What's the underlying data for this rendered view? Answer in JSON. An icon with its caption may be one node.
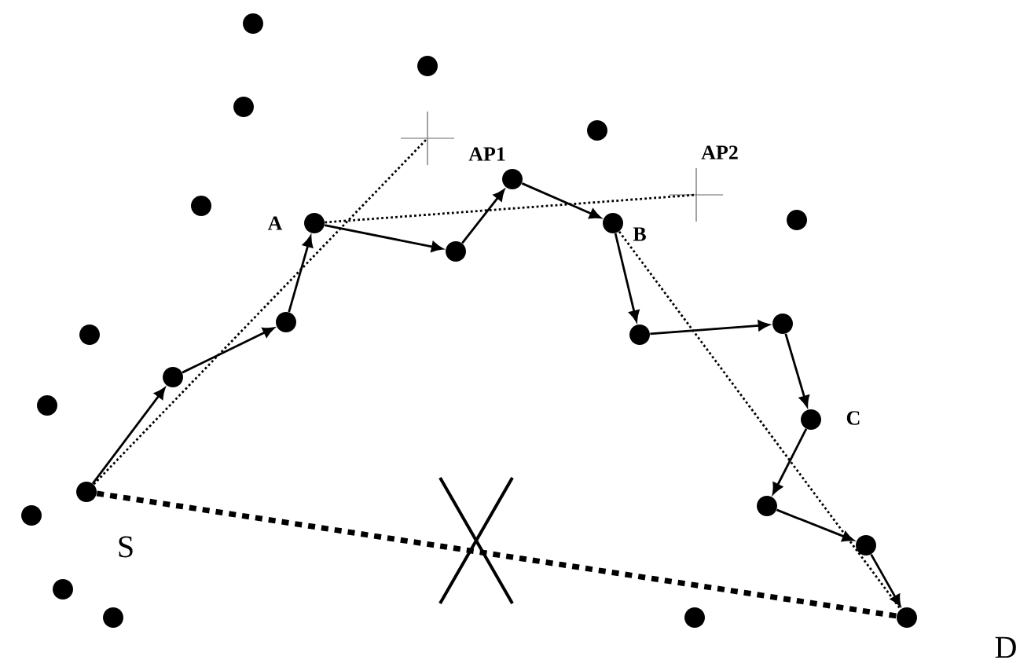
{
  "diagram": {
    "nodes": [
      {
        "text": [],
        "shape": "circle"
      },
      {
        "text": [],
        "shape": "circle"
      },
      {
        "text": [],
        "shape": "circle"
      },
      {
        "text": [],
        "shape": "cross",
        "beside": [
          "AP1"
        ]
      },
      {
        "text": [],
        "shape": "circle"
      },
      {
        "text": [],
        "shape": "cross",
        "beside": [
          "AP2"
        ]
      },
      {
        "text": [],
        "shape": "circle"
      },
      {
        "text": [],
        "shape": "circle"
      },
      {
        "text": [],
        "shape": "circle",
        "beside": [
          "A"
        ]
      },
      {
        "text": [],
        "shape": "circle",
        "beside": [
          "B"
        ]
      },
      {
        "text": [],
        "shape": "circle"
      },
      {
        "text": [],
        "shape": "circle"
      },
      {
        "text": [],
        "shape": "circle"
      },
      {
        "text": [],
        "shape": "circle"
      },
      {
        "text": [],
        "shape": "circle"
      },
      {
        "text": [],
        "shape": "circle"
      },
      {
        "text": [],
        "shape": "circle"
      },
      {
        "text": [],
        "shape": "circle"
      },
      {
        "text": [],
        "shape": "circle",
        "beside": [
          "C"
        ]
      },
      {
        "text": [],
        "shape": "circle",
        "beside": [
          "S"
        ]
      },
      {
        "text": [],
        "shape": "circle"
      },
      {
        "text": [],
        "shape": "circle"
      },
      {
        "text": [],
        "shape": "circle"
      },
      {
        "text": [],
        "shape": "circle"
      },
      {
        "text": [],
        "shape": "circle"
      },
      {
        "text": [],
        "shape": "circle"
      },
      {
        "text": [],
        "shape": "circle",
        "beside": [
          "D"
        ]
      }
    ],
    "edges": [
      {
        "from": 19,
        "to": 16,
        "arrow": "to"
      },
      {
        "from": 16,
        "to": 12,
        "arrow": "to"
      },
      {
        "from": 12,
        "to": 8,
        "arrow": "to"
      },
      {
        "from": 8,
        "to": 11,
        "arrow": "to"
      },
      {
        "from": 11,
        "to": 6,
        "arrow": "to"
      },
      {
        "from": 6,
        "to": 9,
        "arrow": "to"
      },
      {
        "from": 9,
        "to": 14,
        "arrow": "to"
      },
      {
        "from": 14,
        "to": 13,
        "arrow": "to"
      },
      {
        "from": 13,
        "to": 18,
        "arrow": "to"
      },
      {
        "from": 18,
        "to": 20,
        "arrow": "to"
      },
      {
        "from": 20,
        "to": 22,
        "arrow": "to"
      },
      {
        "from": 22,
        "to": 26,
        "arrow": "to"
      },
      {
        "from": 19,
        "to": 3,
        "arrow": "none",
        "style": "dashed"
      },
      {
        "from": 8,
        "to": 5,
        "arrow": "none",
        "style": "dashed"
      },
      {
        "from": 9,
        "to": 26,
        "arrow": "none",
        "style": "dashed"
      },
      {
        "from": 19,
        "to": 26,
        "arrow": "none",
        "style": "dashed"
      }
    ]
  }
}
